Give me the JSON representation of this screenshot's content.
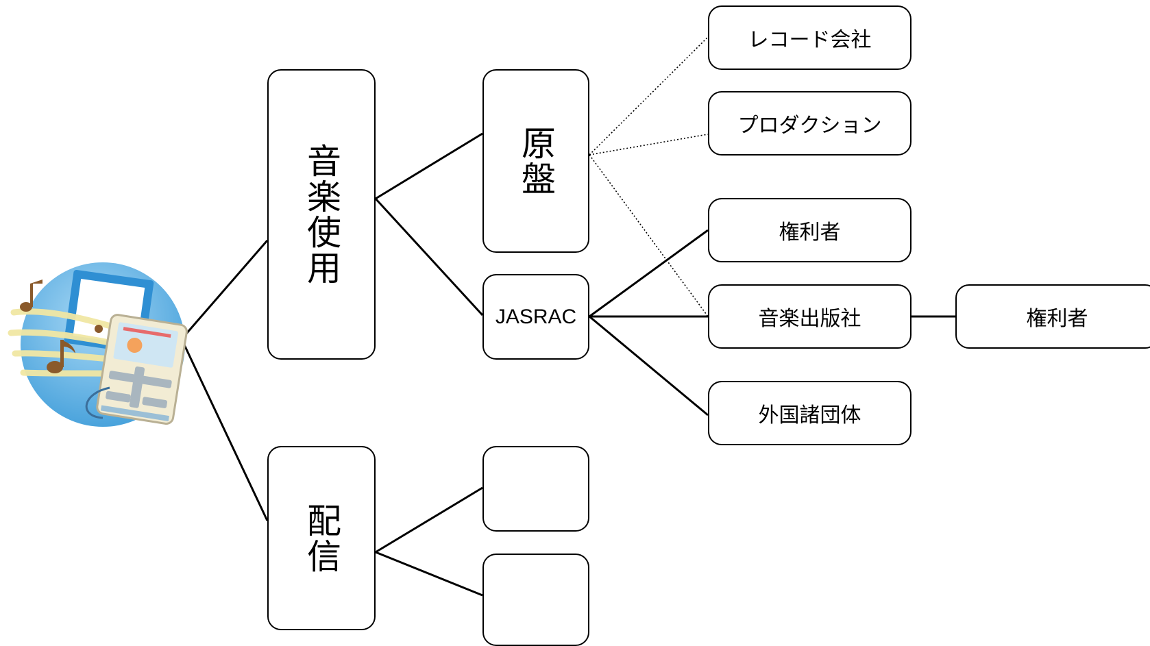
{
  "music_use": {
    "label": "音楽使用"
  },
  "distribution": {
    "label": "配信"
  },
  "master_recording": {
    "label": "原盤"
  },
  "jasrac": {
    "label": "JASRAC"
  },
  "record_company": {
    "label": "レコード会社"
  },
  "production": {
    "label": "プロダクション"
  },
  "rights_holder": {
    "label": "権利者"
  },
  "music_publisher": {
    "label": "音楽出版社"
  },
  "foreign_societies": {
    "label": "外国諸団体"
  },
  "publisher_rights_holder": {
    "label": "権利者"
  },
  "distribution_child_1": {
    "label": ""
  },
  "distribution_child_2": {
    "label": ""
  },
  "icons": {
    "root": "music-player-icon"
  },
  "colors": {
    "line": "#000000",
    "globe": "#6fb8e6",
    "globe_light": "#a8d8f5",
    "note": "#8a5a2b",
    "wave": "#f1e7a4"
  }
}
